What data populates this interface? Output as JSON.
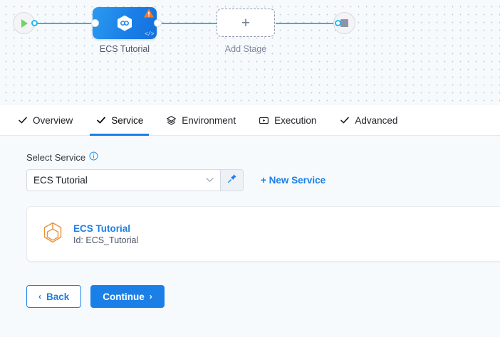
{
  "pipeline": {
    "start_node": {
      "icon": "play-icon",
      "label": ""
    },
    "stages": [
      {
        "label": "ECS Tutorial",
        "icon": "harness-hexagon-icon",
        "warning_icon": "warning-triangle-icon",
        "code_icon": "code-brackets-icon",
        "state": "selected"
      },
      {
        "label": "Add Stage",
        "icon": "plus-icon",
        "state": "placeholder"
      }
    ],
    "end_node": {
      "icon": "stop-square-icon"
    }
  },
  "tabs": [
    {
      "label": "Overview",
      "icon": "check-icon",
      "active": false
    },
    {
      "label": "Service",
      "icon": "check-icon",
      "active": true
    },
    {
      "label": "Environment",
      "icon": "layers-icon",
      "active": false
    },
    {
      "label": "Execution",
      "icon": "execution-icon",
      "active": false
    },
    {
      "label": "Advanced",
      "icon": "check-icon",
      "active": false
    }
  ],
  "form": {
    "select_service_label": "Select Service",
    "info_icon": "info-icon",
    "service_select": {
      "value": "ECS Tutorial",
      "chevron_icon": "chevron-down-icon",
      "pin_icon": "pin-icon"
    },
    "new_service_link": "+ New Service"
  },
  "service_card": {
    "icon": "cube-hexagon-icon",
    "name": "ECS Tutorial",
    "id_text": "Id: ECS_Tutorial"
  },
  "footer": {
    "back_label": "Back",
    "back_chevron": "‹",
    "continue_label": "Continue",
    "continue_chevron": "›"
  },
  "colors": {
    "accent_blue": "#1b7fe8",
    "edge_blue": "#21baf2",
    "warning_orange": "#f47629",
    "service_icon_orange": "#e8913c",
    "play_green": "#6bd66b",
    "canvas_bg": "#f7fafc",
    "panel_bg": "#f6fafd"
  }
}
